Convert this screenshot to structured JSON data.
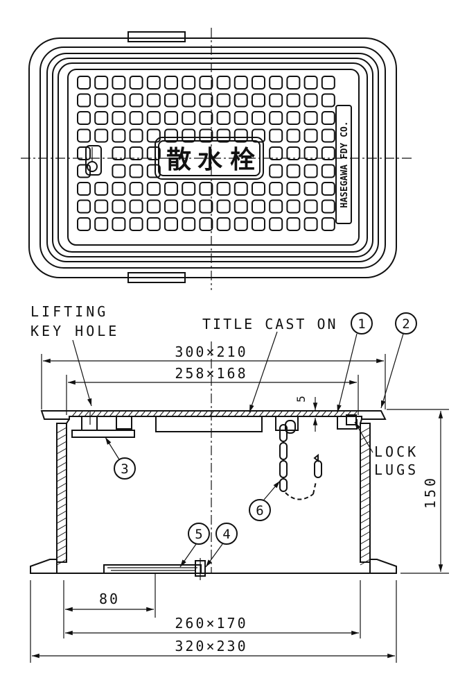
{
  "plan": {
    "kanji": [
      "散",
      "水",
      "栓"
    ],
    "maker_mark": "HASEGAWA FDY CO."
  },
  "section": {
    "label_lifting_line1": "LIFTING",
    "label_lifting_line2": "KEY HOLE",
    "label_title_cast": "TITLE CAST ON",
    "label_lock_line1": "LOCK",
    "label_lock_line2": "LUGS",
    "callouts": [
      "1",
      "2",
      "3",
      "4",
      "5",
      "6"
    ],
    "dimensions": {
      "cover_outer": "300×210",
      "cover_inner": "258×168",
      "thickness": "5",
      "height": "150",
      "offset": "80",
      "body_inner": "260×170",
      "flange_outer": "320×230"
    }
  }
}
